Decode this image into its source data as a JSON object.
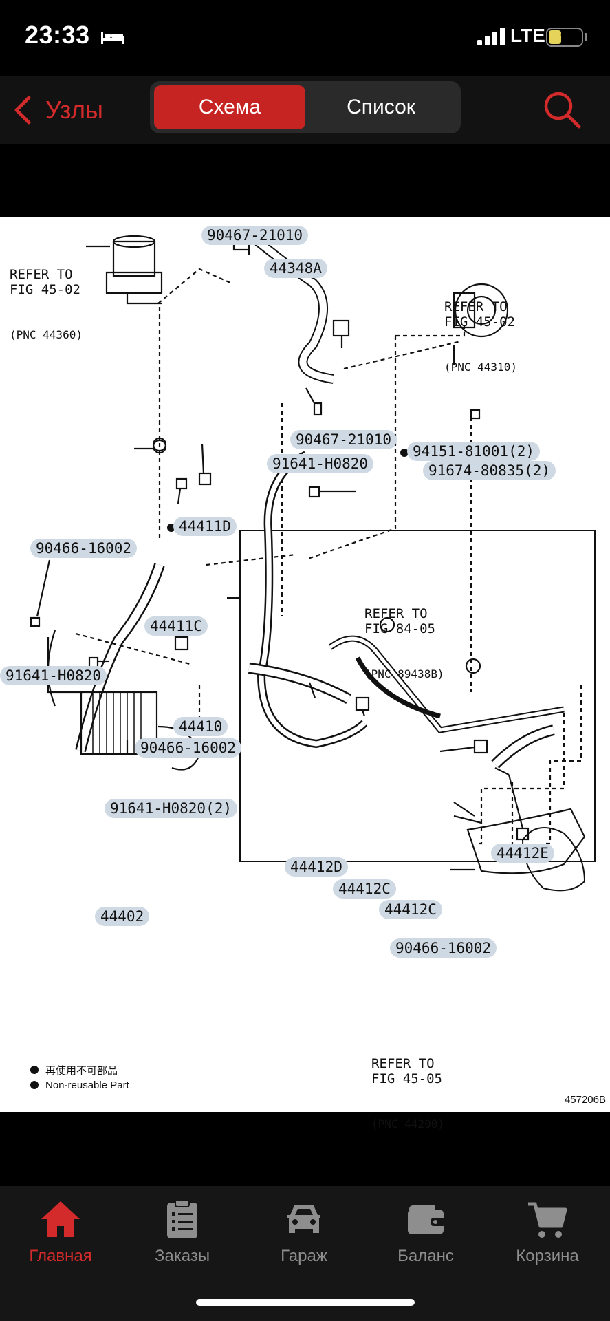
{
  "status_bar": {
    "time": "23:33",
    "network": "LTE",
    "battery_level": "9",
    "battery_color": "#e5d35a"
  },
  "nav": {
    "back_label": "Узлы",
    "segments": [
      "Схема",
      "Список"
    ],
    "active_segment": "Схема",
    "accent_color": "#d32b2b"
  },
  "diagram": {
    "parts": [
      "90467-21010",
      "44348A",
      "90467-21010",
      "94151-81001(2)",
      "91641-H0820",
      "91674-80835(2)",
      "44411D",
      "90466-16002",
      "44411C",
      "91641-H0820",
      "44410",
      "90466-16002",
      "91641-H0820(2)",
      "44412D",
      "44412C",
      "44412E",
      "44412C",
      "44402",
      "90466-16002"
    ],
    "references": [
      {
        "main": "REFER TO\nFIG 45-02",
        "pnc": "(PNC 44360)"
      },
      {
        "main": "REFER TO\nFIG 45-02",
        "pnc": "(PNC 44310)"
      },
      {
        "main": "REFER TO\nFIG 84-05",
        "pnc": "(PNC 89438B)"
      },
      {
        "main": "REFER TO\nFIG 45-05",
        "pnc": "(PNC 44200)"
      }
    ],
    "legend": [
      "再使用不可部品",
      "Non-reusable Part"
    ],
    "diagram_id": "457206B"
  },
  "tabs": [
    {
      "label": "Главная",
      "icon": "home-icon",
      "active": true
    },
    {
      "label": "Заказы",
      "icon": "orders-icon",
      "active": false
    },
    {
      "label": "Гараж",
      "icon": "car-icon",
      "active": false
    },
    {
      "label": "Баланс",
      "icon": "wallet-icon",
      "active": false
    },
    {
      "label": "Корзина",
      "icon": "cart-icon",
      "active": false
    }
  ]
}
